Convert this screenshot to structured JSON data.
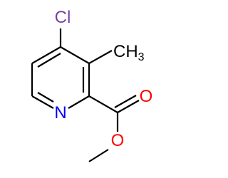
{
  "molecule": {
    "atoms": {
      "chlorine": {
        "label": "Cl",
        "color": "#7B3FA0"
      },
      "methyl": {
        "label": "CH",
        "subscript": "3",
        "color": "#000000"
      },
      "nitrogen": {
        "label": "N",
        "color": "#0000FF"
      },
      "carbonyl_oxygen": {
        "label": "O",
        "color": "#FF0000"
      },
      "ester_oxygen": {
        "label": "O",
        "color": "#FF0000"
      }
    },
    "bond_color": "#000000"
  }
}
